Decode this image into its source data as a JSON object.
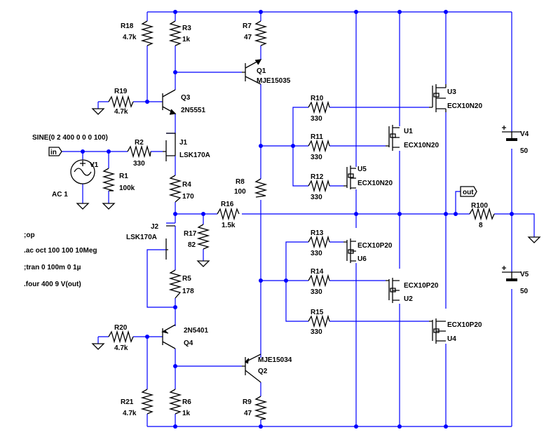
{
  "directives": {
    "op": ";op",
    "ac": ".ac oct 100 100 10Meg",
    "tran": ";tran 0 100m 0 1µ",
    "four": ".four 400 9 V(out)"
  },
  "source": {
    "sine": "SINE(0 2 400 0 0 0 100)",
    "name": "V1",
    "ac": "AC 1"
  },
  "nets": {
    "in": "in",
    "out": "out"
  },
  "resistors": {
    "R18": {
      "name": "R18",
      "value": "4.7k"
    },
    "R3": {
      "name": "R3",
      "value": "1k"
    },
    "R7": {
      "name": "R7",
      "value": "47"
    },
    "R19": {
      "name": "R19",
      "value": "4.7k"
    },
    "R2": {
      "name": "R2",
      "value": "330"
    },
    "R1": {
      "name": "R1",
      "value": "100k"
    },
    "R4": {
      "name": "R4",
      "value": "170"
    },
    "R8": {
      "name": "R8",
      "value": "100"
    },
    "R16": {
      "name": "R16",
      "value": "1.5k"
    },
    "R17": {
      "name": "R17",
      "value": "82"
    },
    "R5": {
      "name": "R5",
      "value": "178"
    },
    "R20": {
      "name": "R20",
      "value": "4.7k"
    },
    "R21": {
      "name": "R21",
      "value": "4.7k"
    },
    "R6": {
      "name": "R6",
      "value": "1k"
    },
    "R9": {
      "name": "R9",
      "value": "47"
    },
    "R10": {
      "name": "R10",
      "value": "330"
    },
    "R11": {
      "name": "R11",
      "value": "330"
    },
    "R12": {
      "name": "R12",
      "value": "330"
    },
    "R13": {
      "name": "R13",
      "value": "330"
    },
    "R14": {
      "name": "R14",
      "value": "330"
    },
    "R15": {
      "name": "R15",
      "value": "330"
    },
    "R100": {
      "name": "R100",
      "value": "8"
    }
  },
  "transistors": {
    "Q1": {
      "name": "Q1",
      "model": "MJE15035"
    },
    "Q2": {
      "name": "Q2",
      "model": "MJE15034"
    },
    "Q3": {
      "name": "Q3",
      "model": "2N5551"
    },
    "Q4": {
      "name": "Q4",
      "model": "2N5401"
    },
    "J1": {
      "name": "J1",
      "model": "LSK170A"
    },
    "J2": {
      "name": "J2",
      "model": "LSK170A"
    },
    "U1": {
      "name": "U1",
      "model": "ECX10N20"
    },
    "U3": {
      "name": "U3",
      "model": "ECX10N20"
    },
    "U5": {
      "name": "U5",
      "model": "ECX10N20"
    },
    "U2": {
      "name": "U2",
      "model": "ECX10P20"
    },
    "U4": {
      "name": "U4",
      "model": "ECX10P20"
    },
    "U6": {
      "name": "U6",
      "model": "ECX10P20"
    }
  },
  "supplies": {
    "V4": {
      "name": "V4",
      "value": "50"
    },
    "V5": {
      "name": "V5",
      "value": "50"
    }
  },
  "colors": {
    "wire": "#0000ff",
    "component": "#000000",
    "background": "#ffffff"
  }
}
